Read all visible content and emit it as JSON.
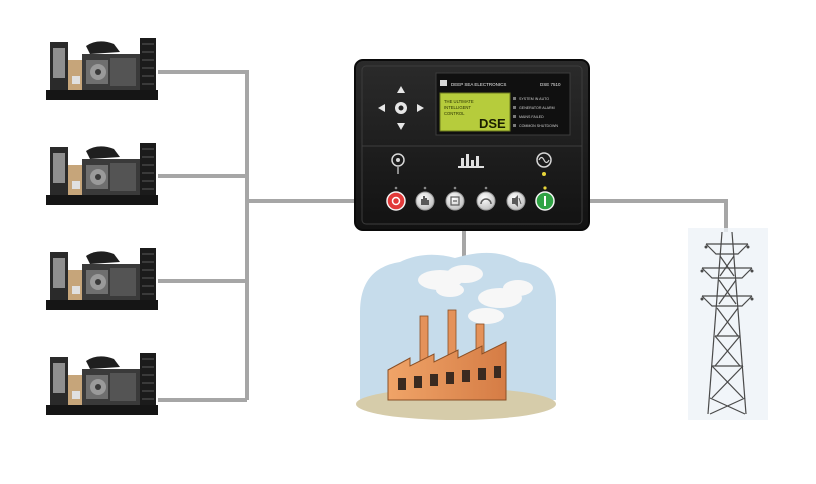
{
  "colors": {
    "background": "#ffffff",
    "wire": "#a6a6a6",
    "controller_body": "#1c1c1c",
    "lcd": "#b6cc3c",
    "stop_button": "#e23a3a",
    "start_button": "#2fa344",
    "sky": "#c6dceb",
    "factory": "#e4925a",
    "ground": "#d6ccaa"
  },
  "controller": {
    "brand_line": "DEEP SEA ELECTRONICS",
    "model": "DSE 7510",
    "lcd_lines": [
      "THE ULTIMATE",
      "INTELLIGENT",
      "CONTROL"
    ],
    "logo": "DSE",
    "led_labels": [
      "SYSTEM IN AUTO",
      "GENERATOR ALARM",
      "MAINS FAILED",
      "COMMON SHUTDOWN"
    ],
    "navigation_icons": [
      "arrow-up-icon",
      "arrow-left-icon",
      "enter-icon",
      "arrow-right-icon",
      "arrow-down-icon"
    ],
    "mimic_icons": [
      "generator-symbol-icon",
      "busbar-load-icon",
      "mains-ac-symbol-icon"
    ],
    "buttons": [
      {
        "name": "stop-reset-button",
        "icon": "stop-icon"
      },
      {
        "name": "manual-mode-button",
        "icon": "hand-icon"
      },
      {
        "name": "test-mode-button",
        "icon": "test-icon"
      },
      {
        "name": "auto-mode-button",
        "icon": "auto-icon"
      },
      {
        "name": "mute-button",
        "icon": "mute-icon"
      },
      {
        "name": "start-button",
        "icon": "power-icon"
      }
    ]
  },
  "generators": {
    "count": 4,
    "icon": "diesel-generator-icon"
  },
  "load": {
    "icon": "factory-icon"
  },
  "mains": {
    "icon": "transmission-tower-icon"
  }
}
